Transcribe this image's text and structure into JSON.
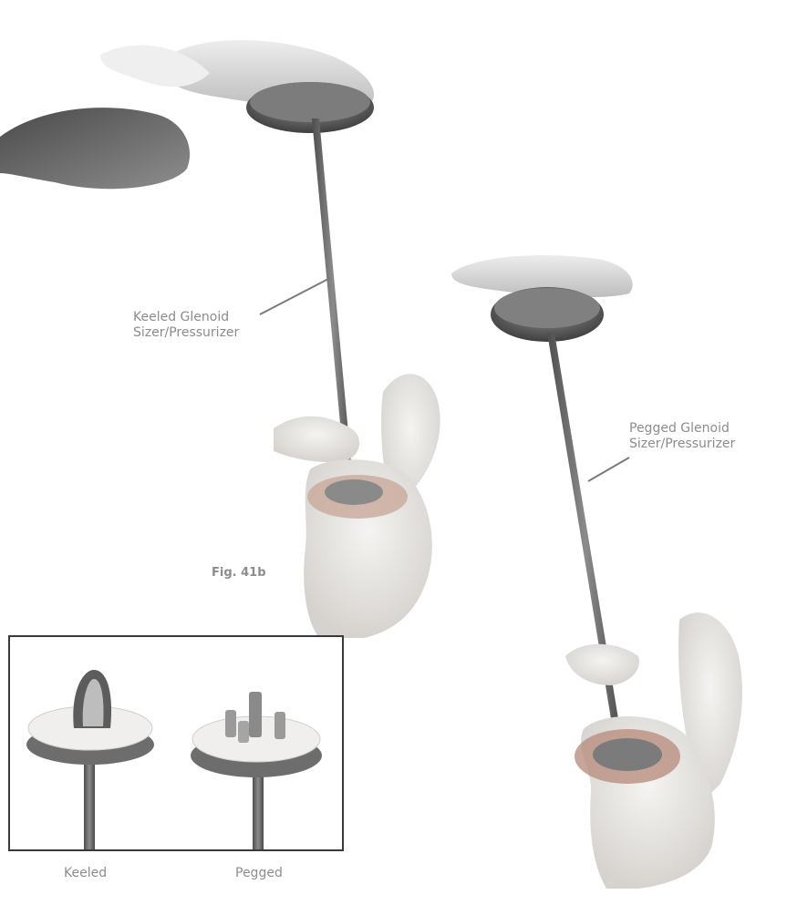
{
  "labels": {
    "keeled_line1": "Keeled Glenoid",
    "keeled_line2": "Sizer/Pressurizer",
    "pegged_line1": "Pegged Glenoid",
    "pegged_line2": "Sizer/Pressurizer",
    "figure": "Fig. 41b"
  },
  "inset": {
    "left_caption": "Keeled",
    "right_caption": "Pegged"
  },
  "colors": {
    "label_text": "#8c8c8c",
    "instrument_shaft": "#6f6f6f",
    "bone": "#e9e7e4",
    "frame": "#3a3a3a"
  }
}
